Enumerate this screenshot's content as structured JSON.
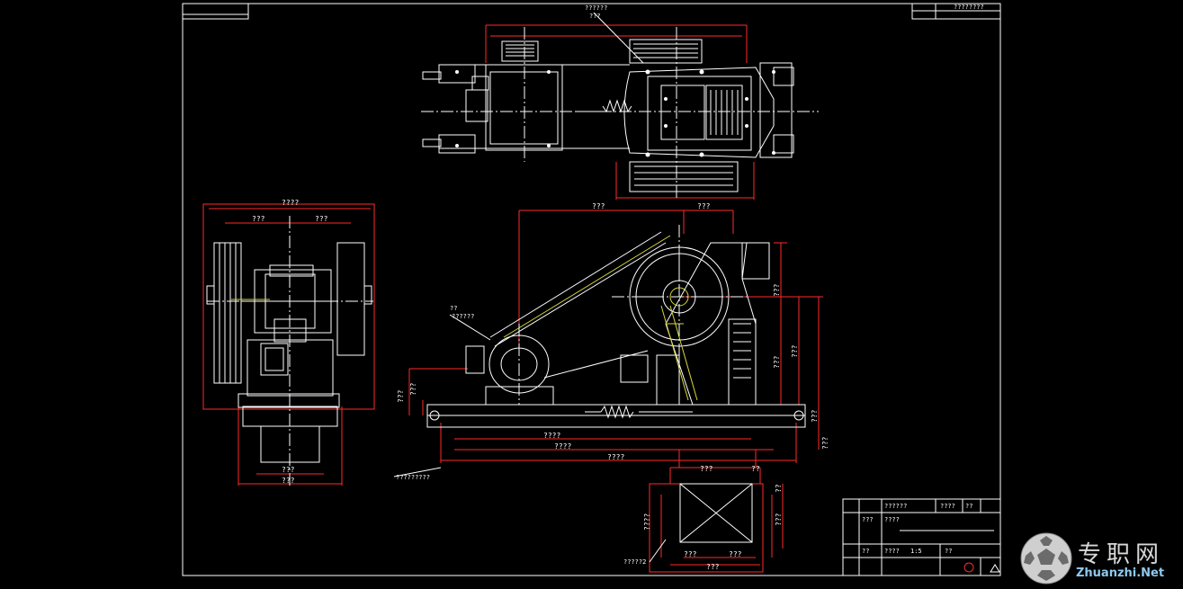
{
  "colors": {
    "background": "#000000",
    "frame": "#ffffff",
    "dimension": "#ff2a2a",
    "centerline": "#ffffff",
    "hidden": "#d6d63a",
    "watermark_cn": "#d8d8d8",
    "watermark_en": "#8fc9ee"
  },
  "annotations": {
    "top_label": "??????",
    "top_sub": "???",
    "spring_label": "??",
    "spring_sub": "??????",
    "left_label": "?????????",
    "bottom_label": "?????2"
  },
  "dimensions": {
    "left_overall": "????",
    "left_a": "???",
    "left_b": "???",
    "left_bottom_a": "???",
    "left_bottom_b": "???",
    "side_top_a": "???",
    "side_top_b": "???",
    "side_bot_a": "????",
    "side_bot_b": "????",
    "side_bot_c": "????",
    "side_height": "???",
    "side_left_h": "???",
    "side_right_a": "???",
    "side_right_b": "???",
    "side_right_c": "???",
    "side_right_d": "???",
    "side_right_e": "???",
    "outlet_top_a": "???",
    "outlet_top_b": "??",
    "outlet_left": "????",
    "outlet_right_a": "???",
    "outlet_right_b": "??",
    "outlet_bot_a": "???",
    "outlet_bot_b": "???",
    "outlet_bot_c": "???"
  },
  "title_block": {
    "top_right_code": "????????",
    "cells": [
      "??????",
      "????",
      "??",
      "???",
      "????",
      "??",
      "????",
      "1:5",
      "??"
    ]
  },
  "watermark": {
    "cn": "专职网",
    "en": "Zhuanzhi.Net",
    "icon": "soccer-ball-icon"
  }
}
